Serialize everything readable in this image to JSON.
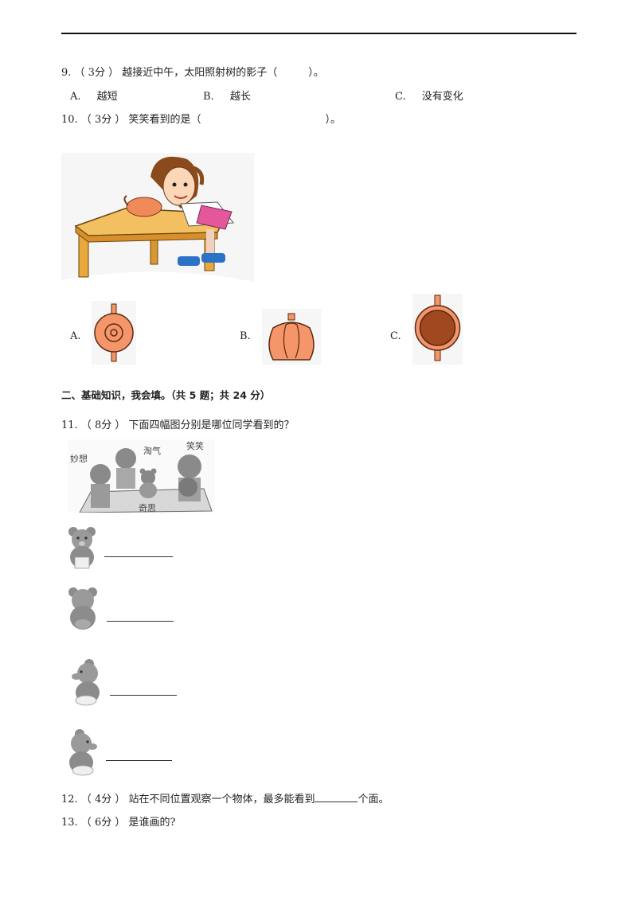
{
  "q9": {
    "stem": "9. （ 3分 ） 越接近中午，太阳照射树的影子（　　　）。",
    "options": [
      {
        "letter": "A.",
        "text": "越短"
      },
      {
        "letter": "B.",
        "text": "越长"
      },
      {
        "letter": "C.",
        "text": "没有变化"
      }
    ]
  },
  "q10": {
    "stem": "10. （ 3分 ） 笑笑看到的是（　　　　　　　　　　　　）。",
    "options": [
      {
        "letter": "A."
      },
      {
        "letter": "B."
      },
      {
        "letter": "C."
      }
    ],
    "colors": {
      "pot_light": "#f4956a",
      "pot_dark": "#a0481f",
      "pot_outline": "#5a2a10"
    }
  },
  "section2": {
    "title": "二、基础知识，我会填。（共 5 题；共 24 分）"
  },
  "q11": {
    "stem": "11. （ 8分 ） 下面四幅图分别是哪位同学看到的？",
    "scene_labels": [
      "妙想",
      "淘气",
      "笑笑",
      "奇思"
    ]
  },
  "q12": {
    "stem_before": "12. （ 4分 ） 站在不同位置观察一个物体，最多能看到",
    "stem_after": "个面。"
  },
  "q13": {
    "stem": "13. （ 6分 ） 是谁画的?"
  }
}
